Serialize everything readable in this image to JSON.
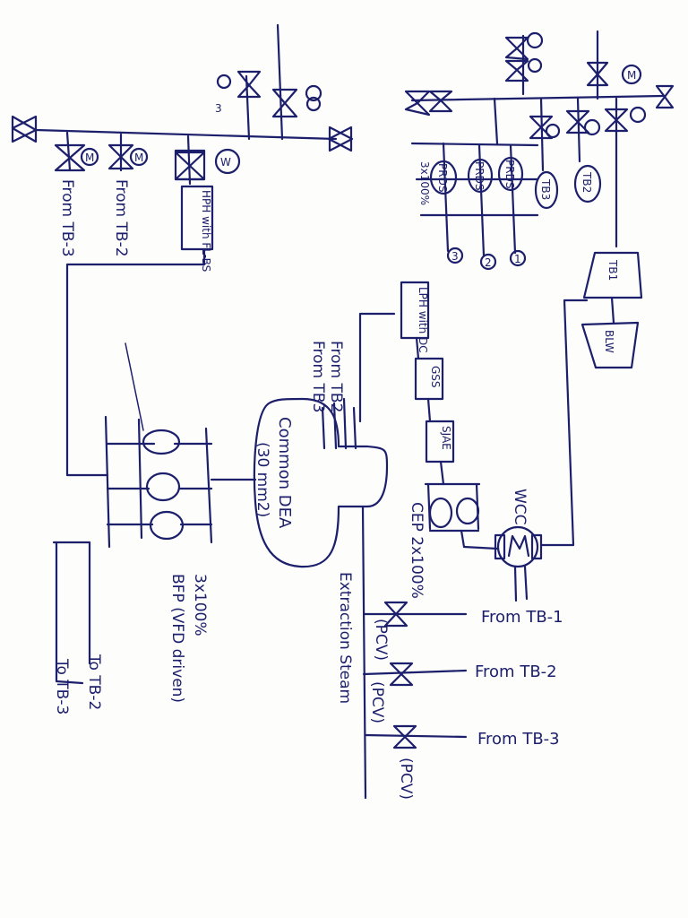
{
  "labels": {
    "from_tb_1": "From TB-1",
    "from_tb_2": "From TB-2",
    "from_tb_3": "From TB-3",
    "from_tb3_left": "From TB-3",
    "from_tb2_left": "From TB-2",
    "hph": "HPH with FL-BS",
    "lph": "LPH with DC",
    "gss": "GSS",
    "sjae": "SJAE",
    "cep": "CEP 2x100%",
    "wcc": "WCC",
    "tb1": "TB1",
    "tb2": "TB2",
    "tb3": "TB3",
    "blw": "BLW",
    "prds": "PRDS",
    "prds_count": "3x100%",
    "dea_name": "Common DEA",
    "dea_size": "(30 mm2)",
    "dea_from_tb2": "From TB2",
    "dea_from_tb3": "From TB3",
    "bfp_count": "3x100%",
    "bfp_desc": "BFP (VFD driven)",
    "to_tb_2": "To TB-2",
    "to_tb_3": "To TB-3",
    "extraction_steam": "Extraction Steam",
    "pcv": "(PCV)",
    "motor": "M",
    "motor_w": "W",
    "m_one": "1",
    "m_two": "2",
    "m_three": "3"
  }
}
